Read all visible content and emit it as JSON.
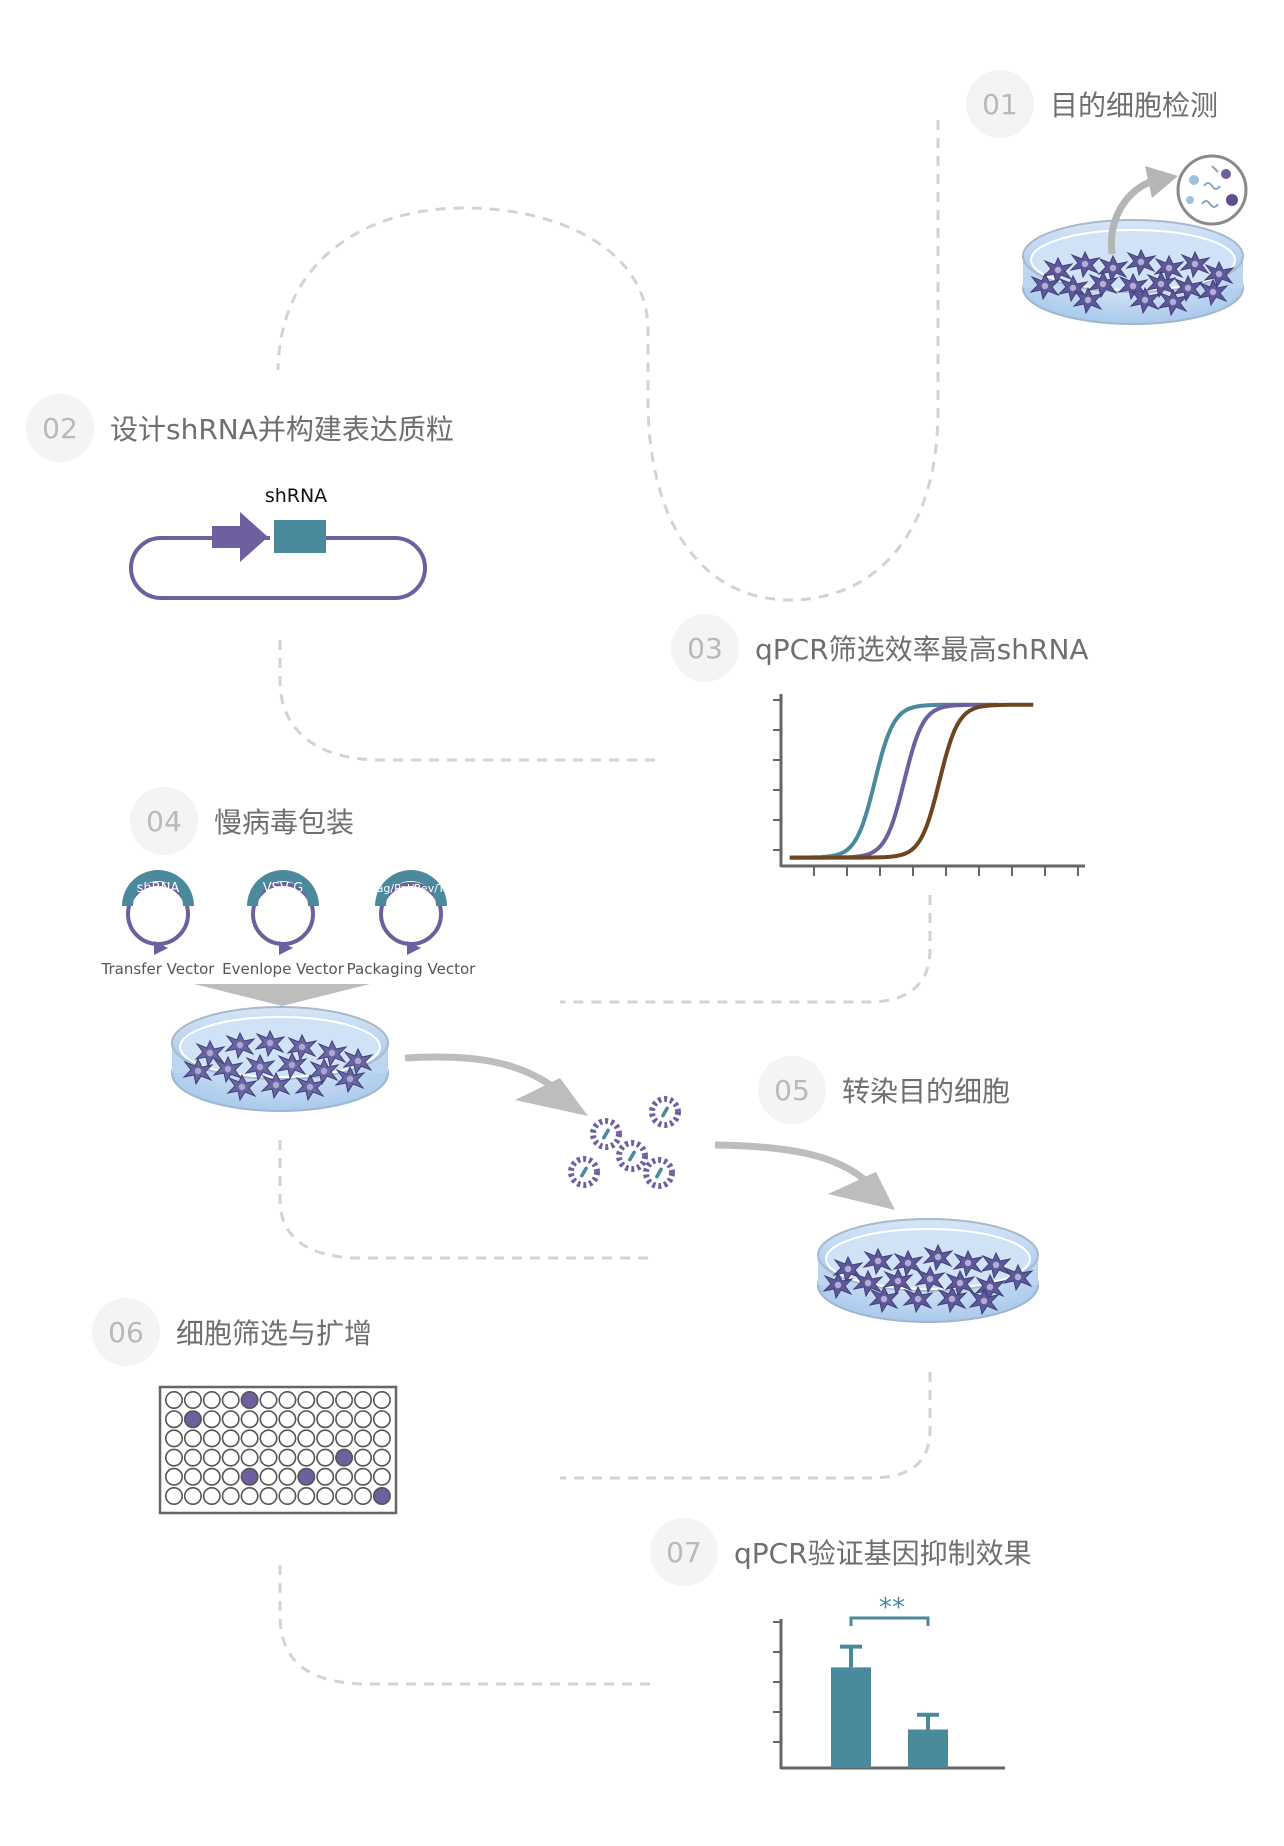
{
  "steps": [
    {
      "num": "01",
      "title": "目的细胞检测"
    },
    {
      "num": "02",
      "title": "设计shRNA并构建表达质粒"
    },
    {
      "num": "03",
      "title": "qPCR筛选效率最高shRNA"
    },
    {
      "num": "04",
      "title": "慢病毒包装"
    },
    {
      "num": "05",
      "title": "转染目的细胞"
    },
    {
      "num": "06",
      "title": "细胞筛选与扩增"
    },
    {
      "num": "07",
      "title": "qPCR验证基因抑制效果"
    }
  ],
  "plasmid": {
    "insert_label": "shRNA"
  },
  "vectors": [
    {
      "tag": "shRNA",
      "label": "Transfer Vector"
    },
    {
      "tag": "VSV-G",
      "label": "Evenlope Vector"
    },
    {
      "tag": "Gag/Pol/Rev/Tat",
      "label": "Packaging Vector"
    }
  ],
  "significance": "**",
  "colors": {
    "teal": "#4a8a9c",
    "purple": "#6e5f9e",
    "brown": "#6e4520",
    "dashed_path": "#d3d3d3",
    "dish_blue": "#c4dcf3",
    "step_text": "#6f6f6f"
  },
  "well_plate": {
    "rows": 6,
    "cols": 12,
    "filled": [
      [
        0,
        4
      ],
      [
        1,
        1
      ],
      [
        3,
        9
      ],
      [
        4,
        4
      ],
      [
        4,
        7
      ],
      [
        5,
        11
      ]
    ]
  },
  "chart_data": [
    {
      "type": "line",
      "title": "",
      "xlabel": "",
      "ylabel": "",
      "series": [
        {
          "color": "#4a8a9c",
          "midpoint": 3.2
        },
        {
          "color": "#6e5f9e",
          "midpoint": 4.2
        },
        {
          "color": "#6e4520",
          "midpoint": 5.4
        }
      ],
      "xlim": [
        0,
        9
      ],
      "ylim": [
        0,
        5
      ]
    },
    {
      "type": "bar",
      "title": "",
      "categories": [
        "",
        ""
      ],
      "values": [
        3.4,
        1.3
      ],
      "errors": [
        0.7,
        0.5
      ],
      "ylim": [
        0,
        5
      ],
      "annotation": "**"
    }
  ]
}
